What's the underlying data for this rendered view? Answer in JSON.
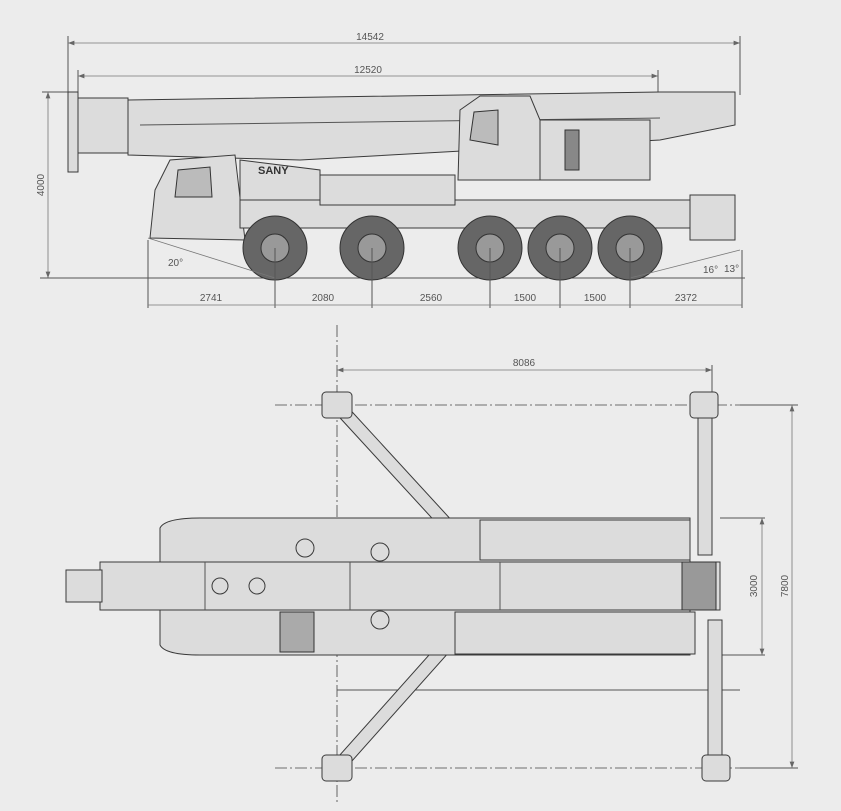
{
  "brand": "SANY",
  "side_view": {
    "overall_length": "14542",
    "boom_length": "12520",
    "height": "4000",
    "approach_angle": "20°",
    "departure_angle_1": "16°",
    "departure_angle_2": "13°",
    "axle_spacings": [
      "2741",
      "2080",
      "2560",
      "1500",
      "1500",
      "2372"
    ]
  },
  "top_view": {
    "outrigger_longitudinal": "8086",
    "width": "3000",
    "outrigger_span": "7800"
  }
}
